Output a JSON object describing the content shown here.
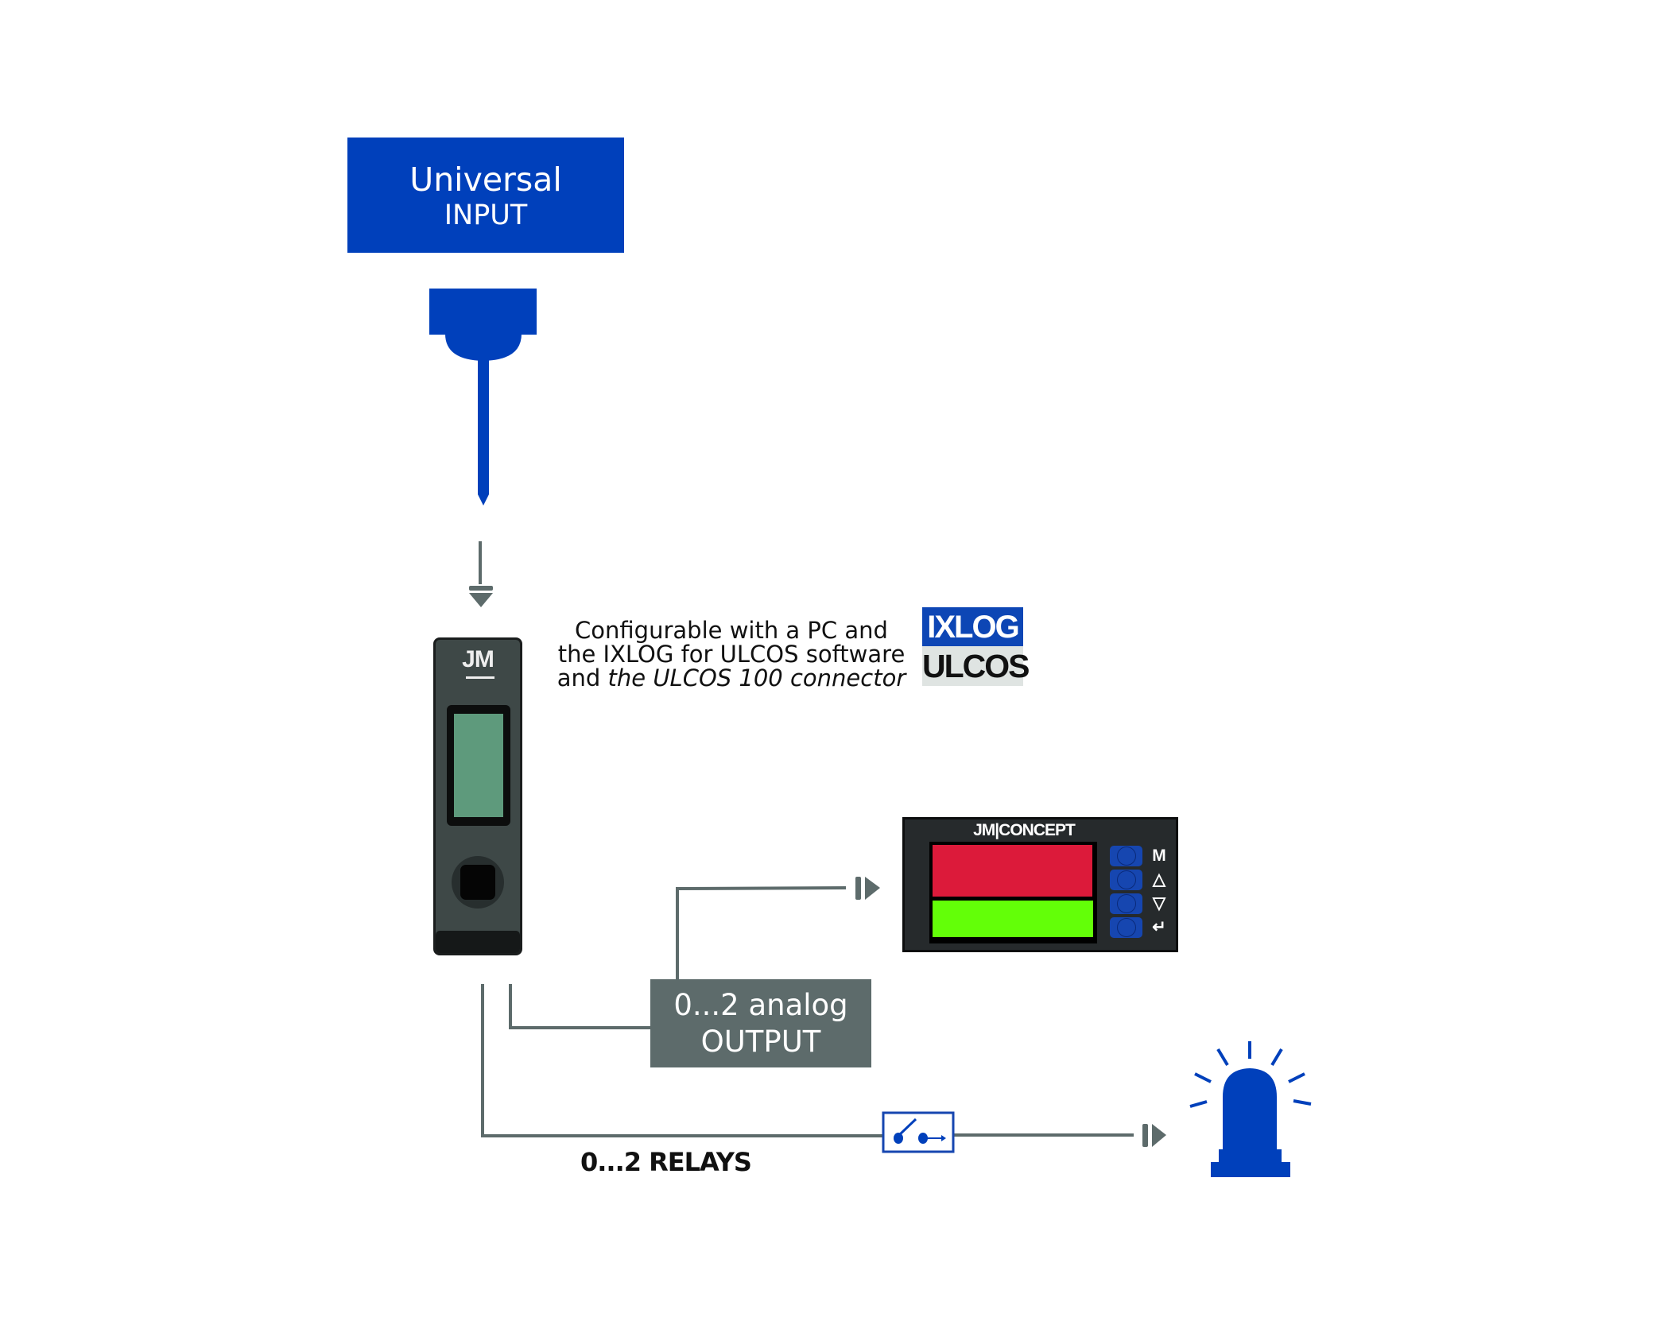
{
  "input_box": {
    "line1": "Universal",
    "line2": "INPUT"
  },
  "config_note": {
    "line1": "Configurable with a PC and",
    "line2": "the IXLOG for ULCOS software",
    "line3_prefix": "and ",
    "line3_italic": "the ULCOS 100 connector"
  },
  "software_logo": {
    "top": "IXLOG",
    "bottom": "ULCOS"
  },
  "transmitter": {
    "brand": "JM"
  },
  "panel_meter": {
    "brand": "JM|CONCEPT",
    "buttons": [
      {
        "label": "M",
        "icon": "mode-icon"
      },
      {
        "label": "△",
        "icon": "up-icon"
      },
      {
        "label": "▽",
        "icon": "down-icon"
      },
      {
        "label": "↵",
        "icon": "enter-icon"
      }
    ]
  },
  "output_box": {
    "line1": "0...2 analog",
    "line2": "OUTPUT"
  },
  "relays": {
    "label": "0...2 RELAYS"
  },
  "colors": {
    "brand_blue": "#0040bb",
    "wire_gray": "#5d6b6b",
    "device_body": "#3e4847",
    "lcd_green": "#5e9a7c",
    "display_red": "#dc1a3a",
    "display_green": "#63ff08"
  }
}
